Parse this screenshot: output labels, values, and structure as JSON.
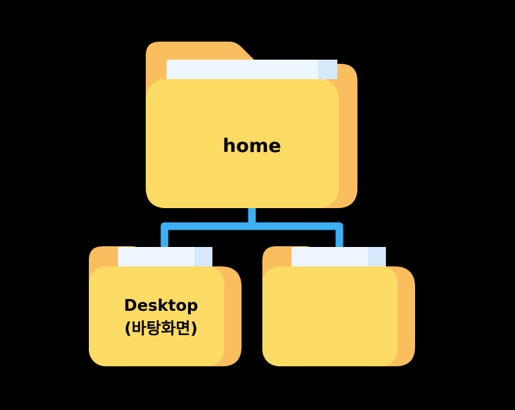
{
  "diagram": {
    "root": {
      "label": "home"
    },
    "children": [
      {
        "label_line1": "Desktop",
        "label_line2": "(바탕화면)"
      },
      {
        "label_line1": "",
        "label_line2": ""
      }
    ]
  },
  "colors": {
    "background": "#000000",
    "folder_front": "#FCDC64",
    "folder_back": "#FBBE5E",
    "paper": "#EEF6FF",
    "paper_edge": "#D6E8FB",
    "connector": "#3CAFF5",
    "label_text": "#000000"
  }
}
